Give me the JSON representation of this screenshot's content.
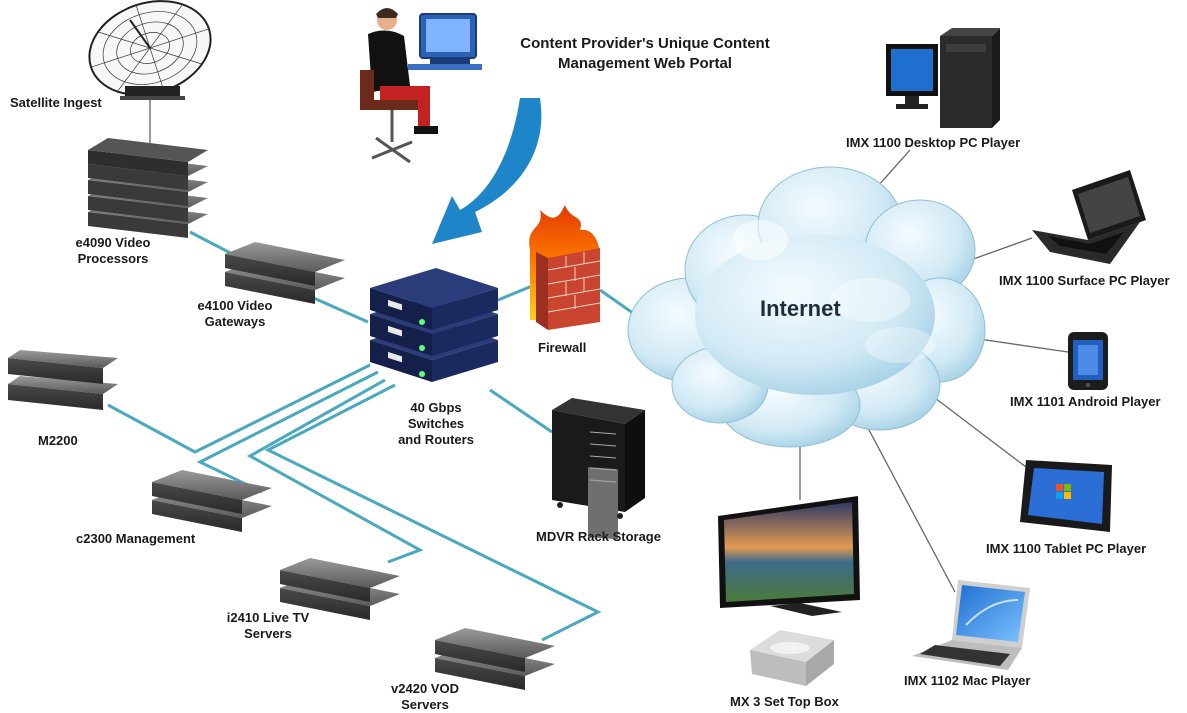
{
  "title": {
    "line1": "Content Provider's Unique Content",
    "line2": "Management Web Portal"
  },
  "cloud_label": "Internet",
  "labels": {
    "satellite": "Satellite Ingest",
    "e4090": {
      "line1": "e4090 Video",
      "line2": "Processors"
    },
    "e4100": {
      "line1": "e4100 Video",
      "line2": "Gateways"
    },
    "m2200": "M2200",
    "c2300": "c2300 Management",
    "i2410": {
      "line1": "i2410 Live TV",
      "line2": "Servers"
    },
    "v2420": {
      "line1": "v2420 VOD",
      "line2": "Servers"
    },
    "switches": {
      "line1": "40 Gbps",
      "line2": "Switches",
      "line3": "and Routers"
    },
    "firewall": "Firewall",
    "mdvr": "MDVR Rack Storage",
    "settop": "MX 3 Set Top Box",
    "desktop": "IMX 1100 Desktop  PC Player",
    "surface": "IMX 1100 Surface PC Player",
    "android": "IMX 1101 Android Player",
    "tablet": "IMX 1100 Tablet PC Player",
    "mac": "IMX 1102 Mac Player"
  },
  "colors": {
    "cable": "#4aa8c0",
    "cloud_light": "#e6f4fb",
    "cloud_dark": "#a9d3e6",
    "switch_blue": "#1b2a5e",
    "arrow_blue": "#1e86c8",
    "server_gray": "#6e6e6e"
  }
}
